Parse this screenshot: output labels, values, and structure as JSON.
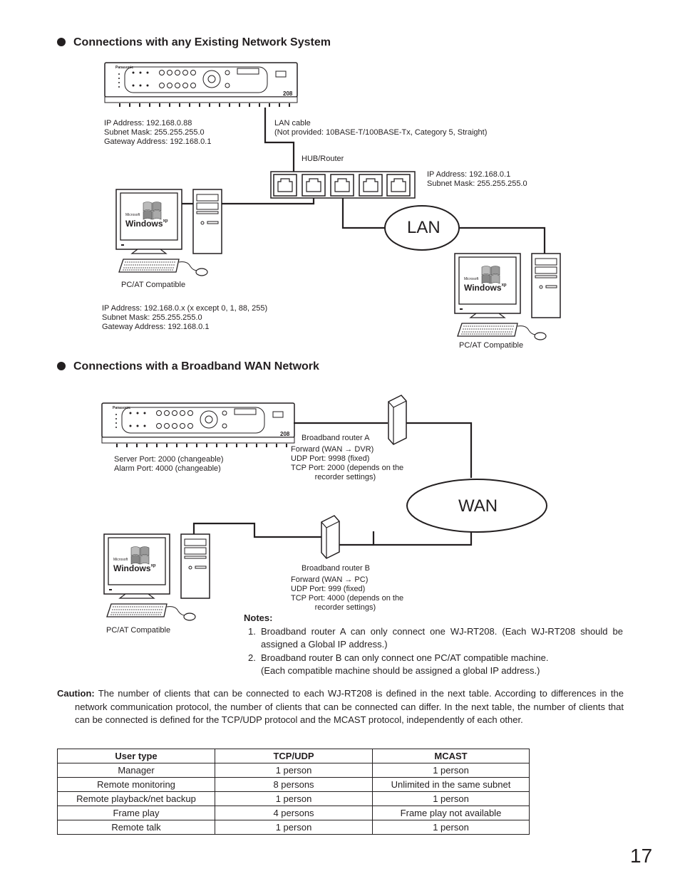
{
  "section1": {
    "heading": "Connections with any Existing Network System",
    "dvr_ip_label": "IP Address: 192.168.0.88\nSubnet Mask: 255.255.255.0\nGateway Address: 192.168.0.1",
    "lan_cable_label": "LAN cable\n(Not provided: 10BASE-T/100BASE-Tx, Category 5, Straight)",
    "hub_label": "HUB/Router",
    "hub_ip_label": "IP Address: 192.168.0.1\nSubnet Mask: 255.255.255.0",
    "lan_text": "LAN",
    "pc1_caption": "PC/AT Compatible",
    "pc1_ip_label": "IP Address: 192.168.0.x (x except 0, 1, 88, 255)\nSubnet Mask: 255.255.255.0\nGateway Address: 192.168.0.1",
    "pc2_caption": "PC/AT Compatible"
  },
  "section2": {
    "heading": "Connections with a Broadband WAN Network",
    "router_a_label": "Broadband router A",
    "router_a_info": "Forward (WAN → DVR)\nUDP Port: 9998 (fixed)\nTCP Port: 2000 (depends on the\n           recorder settings)",
    "dvr_ports_label": "Server Port: 2000 (changeable)\nAlarm Port: 4000 (changeable)",
    "wan_text": "WAN",
    "router_b_label": "Broadband router B",
    "router_b_info": "Forward (WAN → PC)\nUDP Port: 999 (fixed)\nTCP Port: 4000 (depends on the\n           recorder settings)",
    "pc_caption": "PC/AT Compatible"
  },
  "windows_logo": {
    "microsoft": "Microsoft",
    "windows": "Windows",
    "xp": "xp"
  },
  "dvr_brand": "Panasonic",
  "dvr_model": "208",
  "notes": {
    "title": "Notes:",
    "items": [
      {
        "num": "1.",
        "text": "Broadband router A can only connect one WJ-RT208. (Each WJ-RT208 should be assigned a Global IP address.)"
      },
      {
        "num": "2.",
        "text": "Broadband router B can only connect one PC/AT compatible machine.\n(Each compatible machine should be assigned a global IP address.)"
      }
    ]
  },
  "caution": {
    "label": "Caution:",
    "text": "The number of clients that can be connected to each WJ-RT208 is defined in the next table. According to differences in the network communication protocol, the number of clients that can be connected can differ. In the next table, the number of clients that can be connected is defined for the TCP/UDP protocol and the MCAST protocol, independently of each other."
  },
  "table": {
    "headers": [
      "User type",
      "TCP/UDP",
      "MCAST"
    ],
    "rows": [
      [
        "Manager",
        "1 person",
        "1 person"
      ],
      [
        "Remote monitoring",
        "8 persons",
        "Unlimited in the same subnet"
      ],
      [
        "Remote playback/net backup",
        "1 person",
        "1 person"
      ],
      [
        "Frame play",
        "4 persons",
        "Frame play not available"
      ],
      [
        "Remote talk",
        "1 person",
        "1 person"
      ]
    ]
  },
  "page_number": "17"
}
